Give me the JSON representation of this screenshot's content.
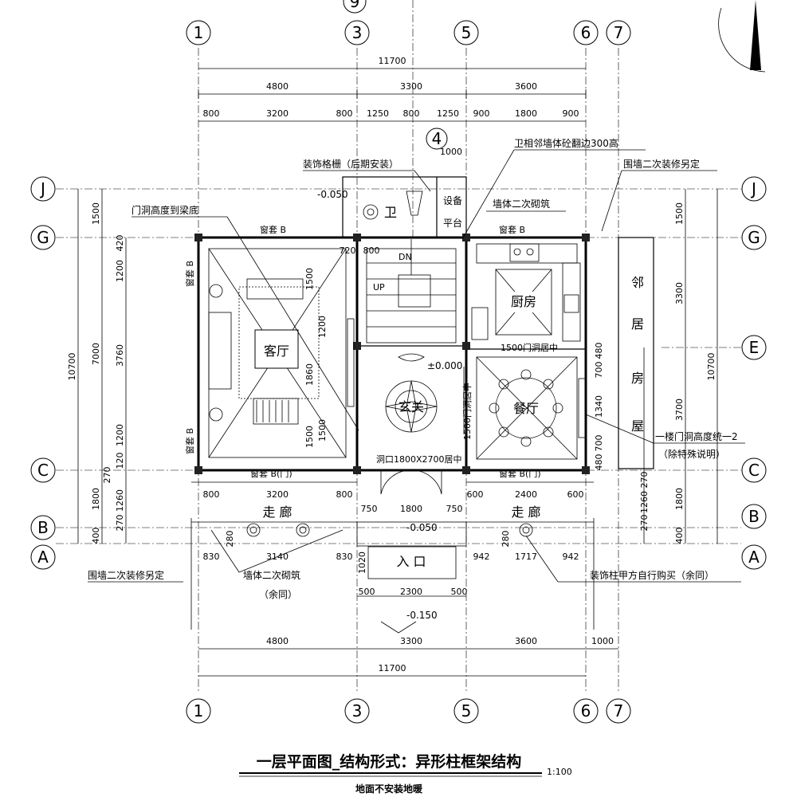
{
  "axes": {
    "top": [
      "1",
      "3",
      "5",
      "6",
      "7"
    ],
    "bottom": [
      "1",
      "3",
      "5",
      "6",
      "7"
    ],
    "left": [
      "J",
      "G",
      "C",
      "B",
      "A"
    ],
    "right": [
      "J",
      "G",
      "E",
      "C",
      "B",
      "A"
    ],
    "mid": [
      "9",
      "4"
    ]
  },
  "dims": {
    "top_total": "11700",
    "top_row1": [
      "4800",
      "3300",
      "3600"
    ],
    "top_row2": [
      "800",
      "3200",
      "800",
      "1250",
      "800",
      "1250",
      "900",
      "1800",
      "900"
    ],
    "top_small": "1000",
    "bottom_row1": [
      "4800",
      "3300",
      "3600",
      "1000"
    ],
    "bottom_total": "11700",
    "bottom_entry": [
      "500",
      "2300",
      "500"
    ],
    "corridor_left": [
      "800",
      "3200",
      "800"
    ],
    "corridor_center": [
      "750",
      "1800",
      "750"
    ],
    "corridor_right": [
      "600",
      "2400",
      "600"
    ],
    "front_left": [
      "830",
      "3140",
      "830"
    ],
    "front_right": [
      "942",
      "1717",
      "942"
    ],
    "left_outer": "10700",
    "left_mid": [
      "1500",
      "7000",
      "1800",
      "400"
    ],
    "left_inner": [
      "420",
      "1200",
      "3760",
      "1200",
      "120",
      "270",
      "1260",
      "270"
    ],
    "right_outer": "10700",
    "right_mid": [
      "1500",
      "3300",
      "3700",
      "1800",
      "400"
    ],
    "right_inner": [
      "480",
      "700",
      "1340",
      "700",
      "480",
      "270",
      "1260",
      "270"
    ],
    "misc": [
      "720",
      "800",
      "1020",
      "280",
      "280",
      "1500",
      "1500",
      "1860",
      "1200",
      "1500"
    ]
  },
  "levels": {
    "top": "-0.050",
    "entry": "-0.050",
    "outside": "-0.150",
    "hall": "±0.000"
  },
  "rooms": {
    "living": "客厅",
    "foyer": "玄关",
    "kitchen": "厨房",
    "dining": "餐厅",
    "bath": "卫",
    "corridor_left": "走 廊",
    "corridor_right": "走 廊",
    "entrance": "入 口",
    "neighbor": [
      "邻",
      "居",
      "房",
      "屋"
    ]
  },
  "notes": {
    "grille": "装饰格栅（后期安装）",
    "bath_curb": "卫相邻墙体砼翻边300高",
    "fence_top": "围墙二次装修另定",
    "door_height": "门洞高度到梁底",
    "equip1": "设备",
    "equip2": "平台",
    "wall_top": "墙体二次砌筑",
    "wall_bottom": "墙体二次砌筑",
    "same": "（余同）",
    "fence_bottom": "围墙二次装修另定",
    "column": "装饰柱甲方自行购买（余同）",
    "door_unified": "一楼门洞高度统一2",
    "except": "（除特殊说明）",
    "opening": "洞口1800X2700居中",
    "window_b1": "窗套 B",
    "window_b2": "窗套 B",
    "window_bc1": "窗套 B(门)",
    "window_bc2": "窗套 B(门)",
    "window_side1": "窗套 B",
    "window_side2": "窗套 B",
    "up": "UP",
    "dn": "DN",
    "beam1": "1500门洞居中",
    "beam2": "1500门洞居中"
  },
  "title": {
    "main": "一层平面图_结构形式：异形柱框架结构",
    "scale": "1:100",
    "sub": "地面不安装地暖"
  },
  "colors": {
    "line": "#000000",
    "background": "#ffffff"
  }
}
